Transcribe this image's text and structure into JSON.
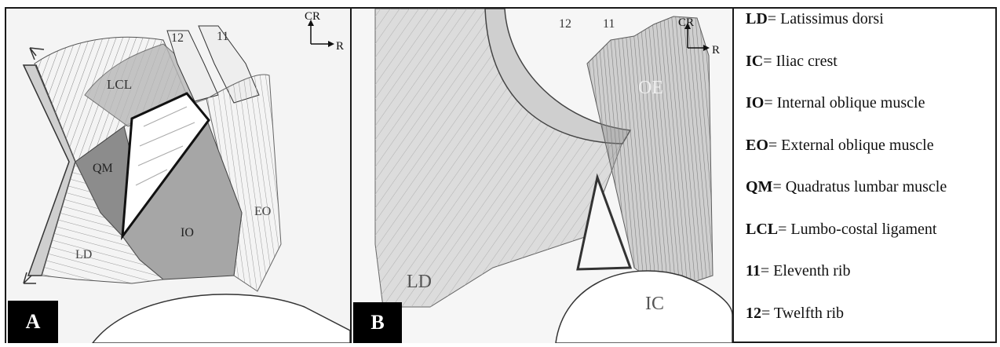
{
  "panels": {
    "a": {
      "badge": "A",
      "compass": {
        "up": "CR",
        "right": "R"
      },
      "labels": {
        "rib_12": "12",
        "rib_11": "11",
        "lcl": "LCL",
        "qm": "QM",
        "io": "IO",
        "eo": "EO",
        "ld": "LD"
      }
    },
    "b": {
      "badge": "B",
      "compass": {
        "up": "CR",
        "right": "R"
      },
      "labels": {
        "rib_12": "12",
        "rib_11": "11",
        "oe": "OE",
        "ld": "LD",
        "ic": "IC"
      }
    }
  },
  "legend": [
    {
      "abbr": "LD",
      "desc": " = Latissimus dorsi"
    },
    {
      "abbr": "IC",
      "desc": " = Iliac crest"
    },
    {
      "abbr": "IO",
      "desc": " = Internal oblique muscle"
    },
    {
      "abbr": "EO",
      "desc": " = External oblique muscle"
    },
    {
      "abbr": "QM",
      "desc": " = Quadratus lumbar muscle"
    },
    {
      "abbr": "LCL",
      "desc": " = Lumbo-costal ligament"
    },
    {
      "abbr": "11",
      "desc": "= Eleventh rib"
    },
    {
      "abbr": "12",
      "desc": " = Twelfth rib"
    }
  ],
  "colors": {
    "line": "#1a1a1a",
    "fill_light": "#e3e3e3",
    "fill_mid": "#bcbcbc",
    "fill_dark": "#8c8c8c",
    "background": "#ffffff"
  }
}
